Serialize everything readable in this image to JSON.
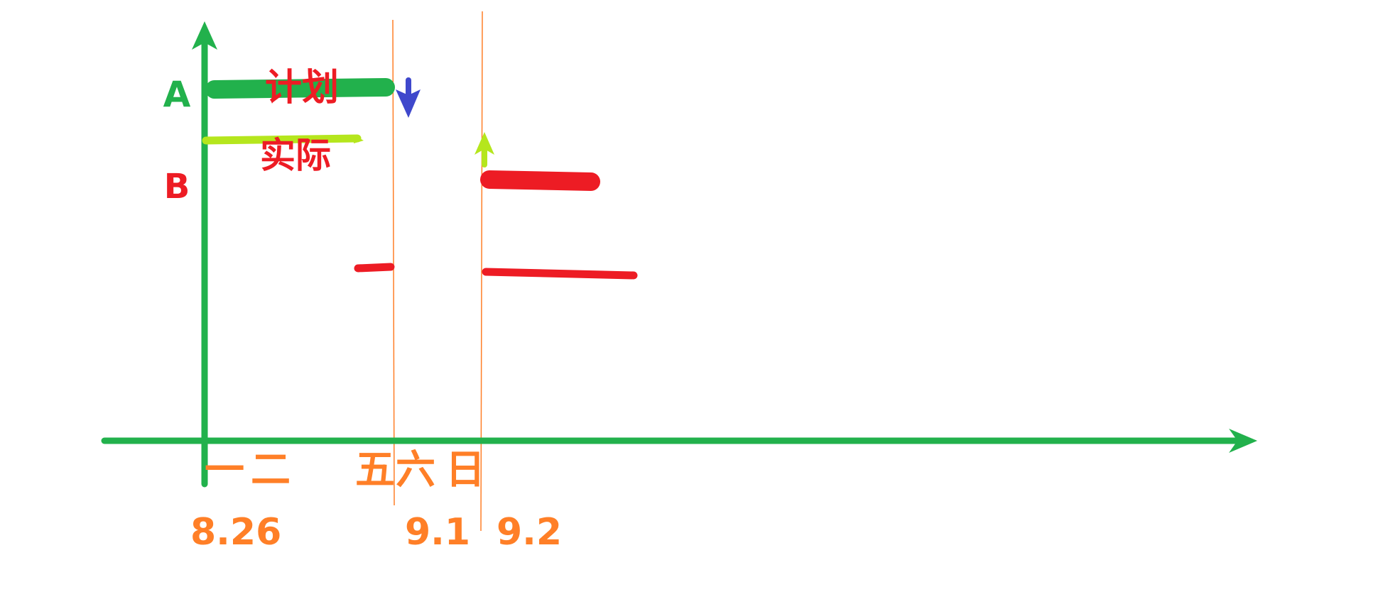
{
  "colors": {
    "axis": "#22b14c",
    "guide": "#ff7f27",
    "label_orange": "#ff7f27",
    "plan_bar": "#22b14c",
    "actual_line": "#b5e61d",
    "red": "#ed1c24",
    "blue_arrow": "#3f48cc"
  },
  "rows": {
    "a_label": "A",
    "b_label": "B"
  },
  "annotations": {
    "plan": "计划",
    "actual": "实际"
  },
  "weekdays": {
    "mon": "一",
    "tue": "二",
    "fri": "五",
    "sat": "六",
    "sun": "日"
  },
  "dates": {
    "d1": "8.26",
    "d2": "9.1",
    "d3": "9.2"
  }
}
